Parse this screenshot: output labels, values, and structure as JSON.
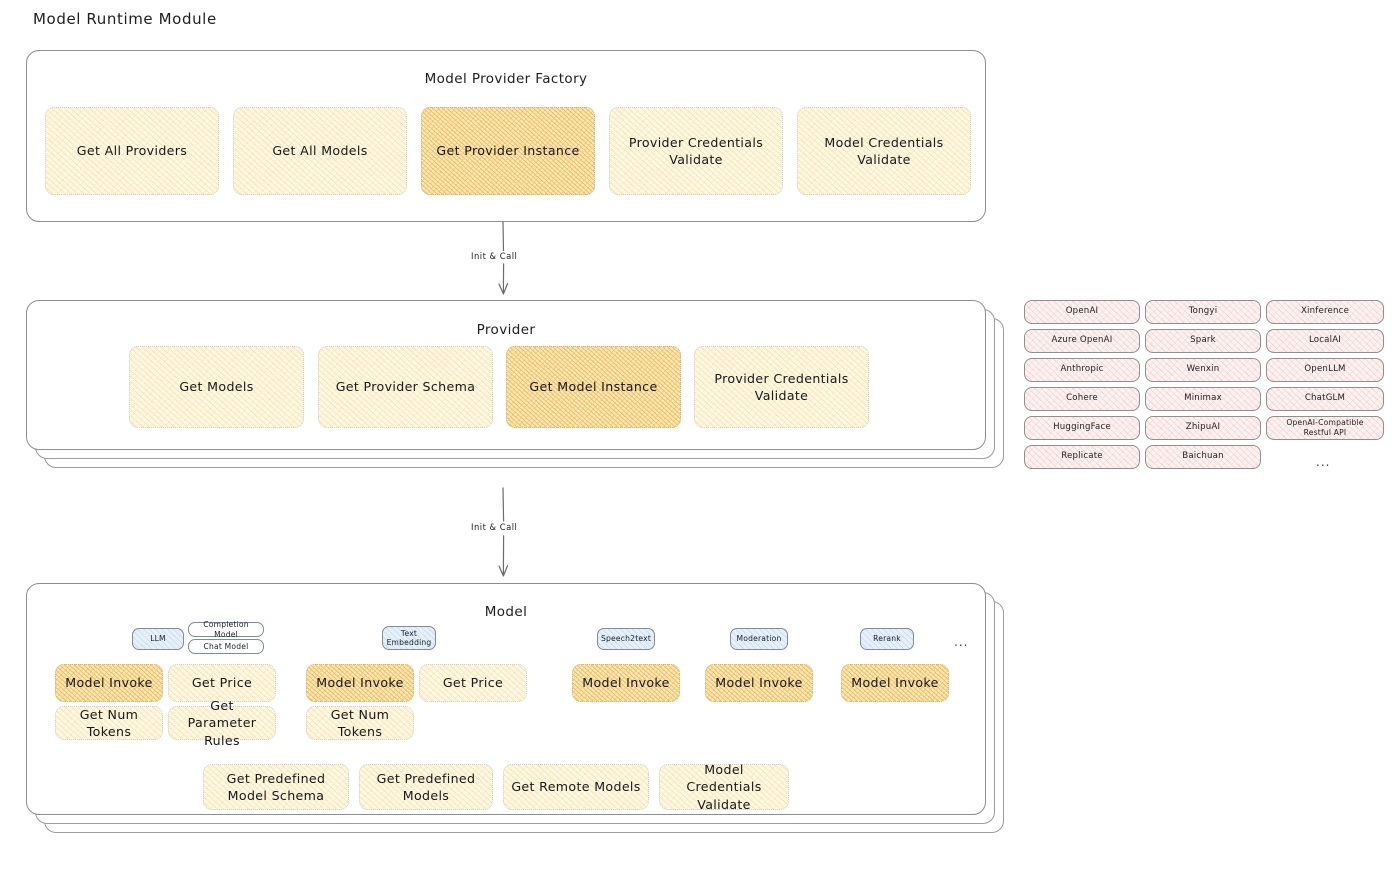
{
  "page": {
    "title": "Model Runtime Module"
  },
  "factory": {
    "title": "Model Provider Factory",
    "nodes": [
      {
        "label": "Get All Providers",
        "highlight": false
      },
      {
        "label": "Get All Models",
        "highlight": false
      },
      {
        "label": "Get Provider Instance",
        "highlight": true
      },
      {
        "label": "Provider Credentials Validate",
        "highlight": false
      },
      {
        "label": "Model Credentials Validate",
        "highlight": false
      }
    ]
  },
  "connectors": [
    {
      "label": "Init & Call"
    },
    {
      "label": "Init & Call"
    }
  ],
  "provider": {
    "title": "Provider",
    "nodes": [
      {
        "label": "Get Models",
        "highlight": false
      },
      {
        "label": "Get Provider Schema",
        "highlight": false
      },
      {
        "label": "Get Model Instance",
        "highlight": true
      },
      {
        "label": "Provider Credentials Validate",
        "highlight": false
      }
    ]
  },
  "provider_list": {
    "columns": [
      {
        "items": [
          "OpenAI",
          "Azure OpenAI",
          "Anthropic",
          "Cohere",
          "HuggingFace",
          "Replicate"
        ]
      },
      {
        "items": [
          "Tongyi",
          "Spark",
          "Wenxin",
          "Minimax",
          "ZhipuAI",
          "Baichuan"
        ]
      },
      {
        "items": [
          "Xinference",
          "LocalAI",
          "OpenLLM",
          "ChatGLM",
          "OpenAI-Compatible Restful API"
        ]
      }
    ],
    "more": "..."
  },
  "model": {
    "title": "Model",
    "more": "...",
    "groups": [
      {
        "chip": "LLM",
        "sub_chips": [
          "Completion Model",
          "Chat Model"
        ],
        "nodes": [
          {
            "label": "Model Invoke",
            "highlight": true
          },
          {
            "label": "Get Price",
            "highlight": false
          },
          {
            "label": "Get Num Tokens",
            "highlight": false
          },
          {
            "label": "Get Parameter Rules",
            "highlight": false
          }
        ]
      },
      {
        "chip": "Text Embedding",
        "sub_chips": [],
        "nodes": [
          {
            "label": "Model Invoke",
            "highlight": true
          },
          {
            "label": "Get Price",
            "highlight": false
          },
          {
            "label": "Get Num Tokens",
            "highlight": false
          }
        ]
      },
      {
        "chip": "Speech2text",
        "sub_chips": [],
        "nodes": [
          {
            "label": "Model Invoke",
            "highlight": true
          }
        ]
      },
      {
        "chip": "Moderation",
        "sub_chips": [],
        "nodes": [
          {
            "label": "Model Invoke",
            "highlight": true
          }
        ]
      },
      {
        "chip": "Rerank",
        "sub_chips": [],
        "nodes": [
          {
            "label": "Model Invoke",
            "highlight": true
          }
        ]
      }
    ],
    "shared_nodes": [
      {
        "label": "Get Predefined Model Schema"
      },
      {
        "label": "Get Predefined Models"
      },
      {
        "label": "Get Remote Models"
      },
      {
        "label": "Model Credentials Validate"
      }
    ]
  },
  "colors": {
    "cream": "#fdf7e3",
    "amber": "#fbe9bd",
    "pink": "#fdf1f1",
    "chip_blue": "#e7f0fa",
    "border_gray": "#8e8e8e"
  }
}
